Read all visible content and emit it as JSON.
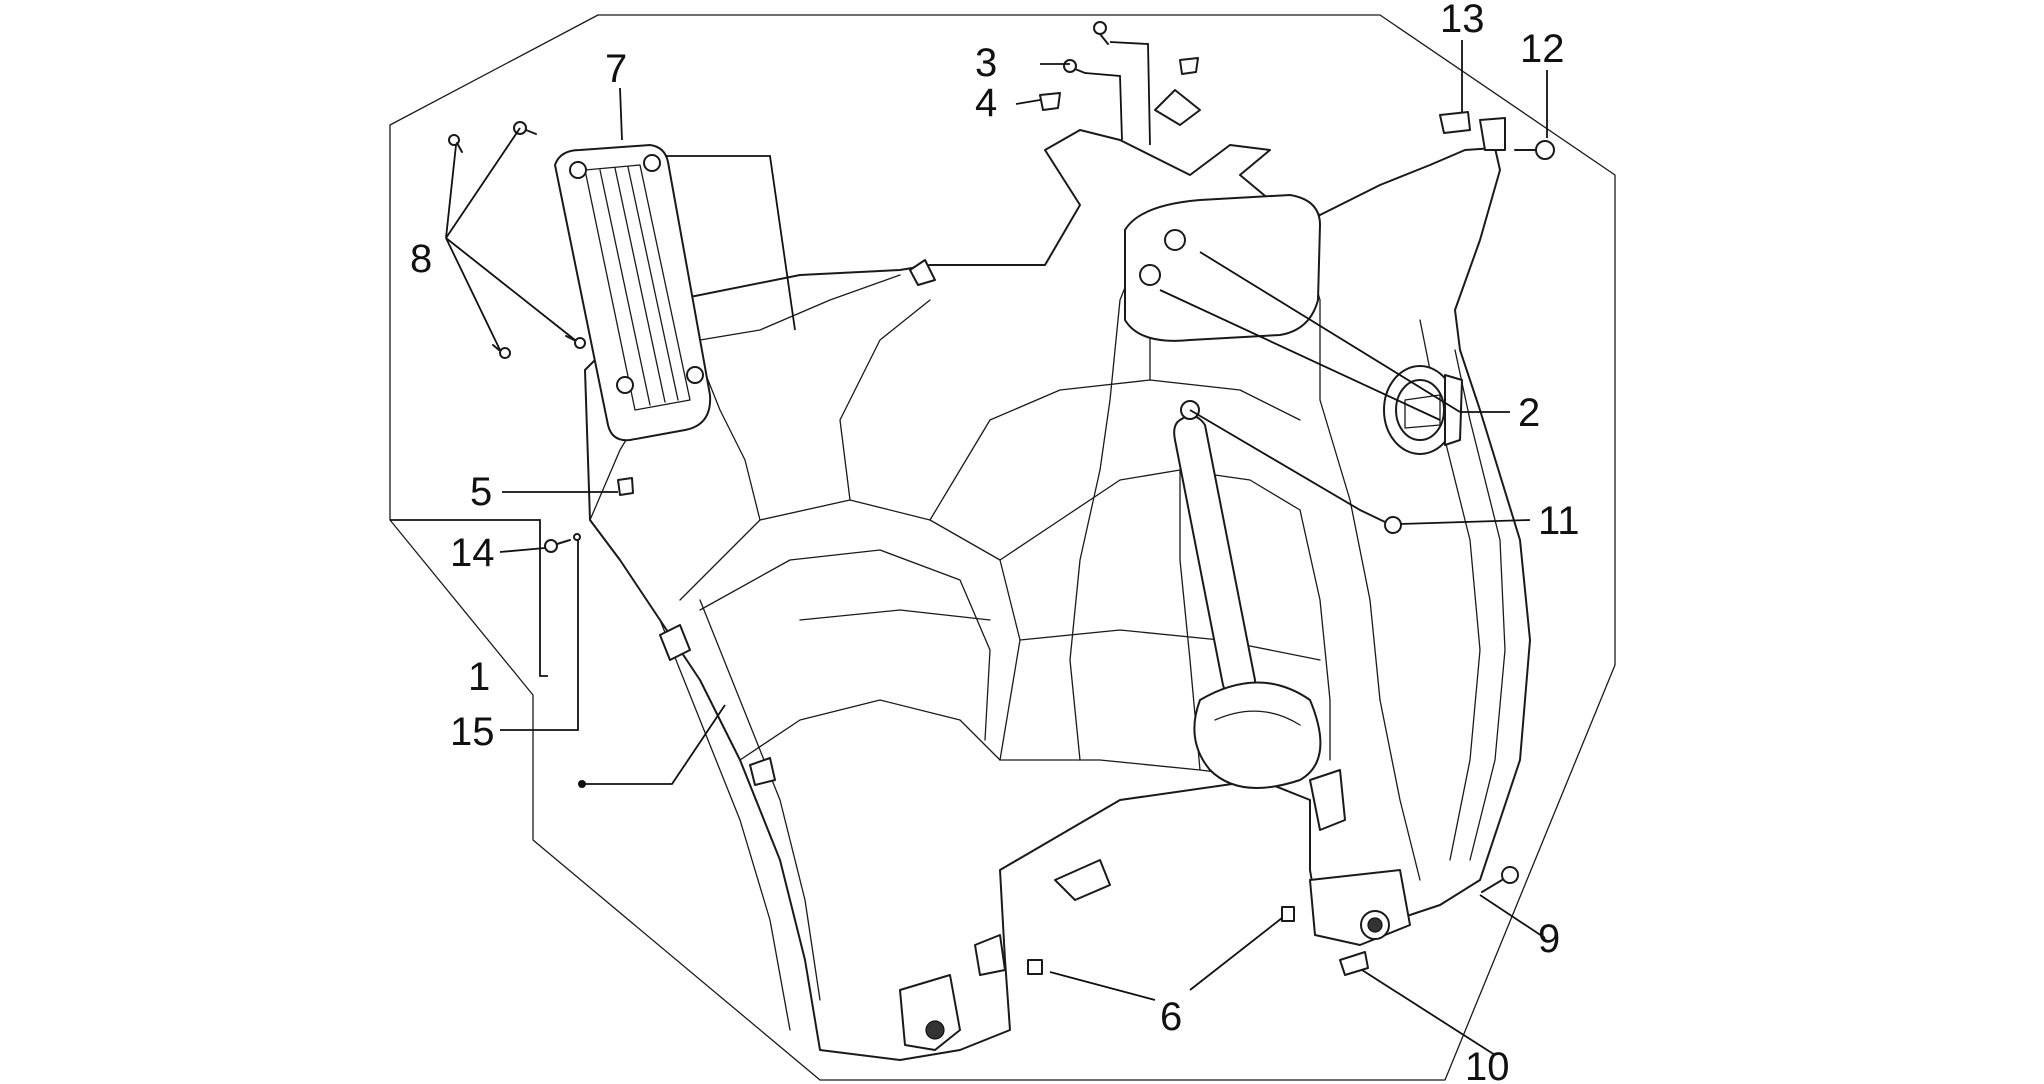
{
  "diagram": {
    "callouts": [
      {
        "id": "1",
        "label": "1"
      },
      {
        "id": "2",
        "label": "2"
      },
      {
        "id": "3",
        "label": "3"
      },
      {
        "id": "4",
        "label": "4"
      },
      {
        "id": "5",
        "label": "5"
      },
      {
        "id": "6",
        "label": "6"
      },
      {
        "id": "7",
        "label": "7"
      },
      {
        "id": "8",
        "label": "8"
      },
      {
        "id": "9",
        "label": "9"
      },
      {
        "id": "10",
        "label": "10"
      },
      {
        "id": "11",
        "label": "11"
      },
      {
        "id": "12",
        "label": "12"
      },
      {
        "id": "13",
        "label": "13"
      },
      {
        "id": "14",
        "label": "14"
      },
      {
        "id": "15",
        "label": "15"
      }
    ],
    "colors": {
      "line": "#1a1a1a",
      "background": "#ffffff"
    }
  }
}
